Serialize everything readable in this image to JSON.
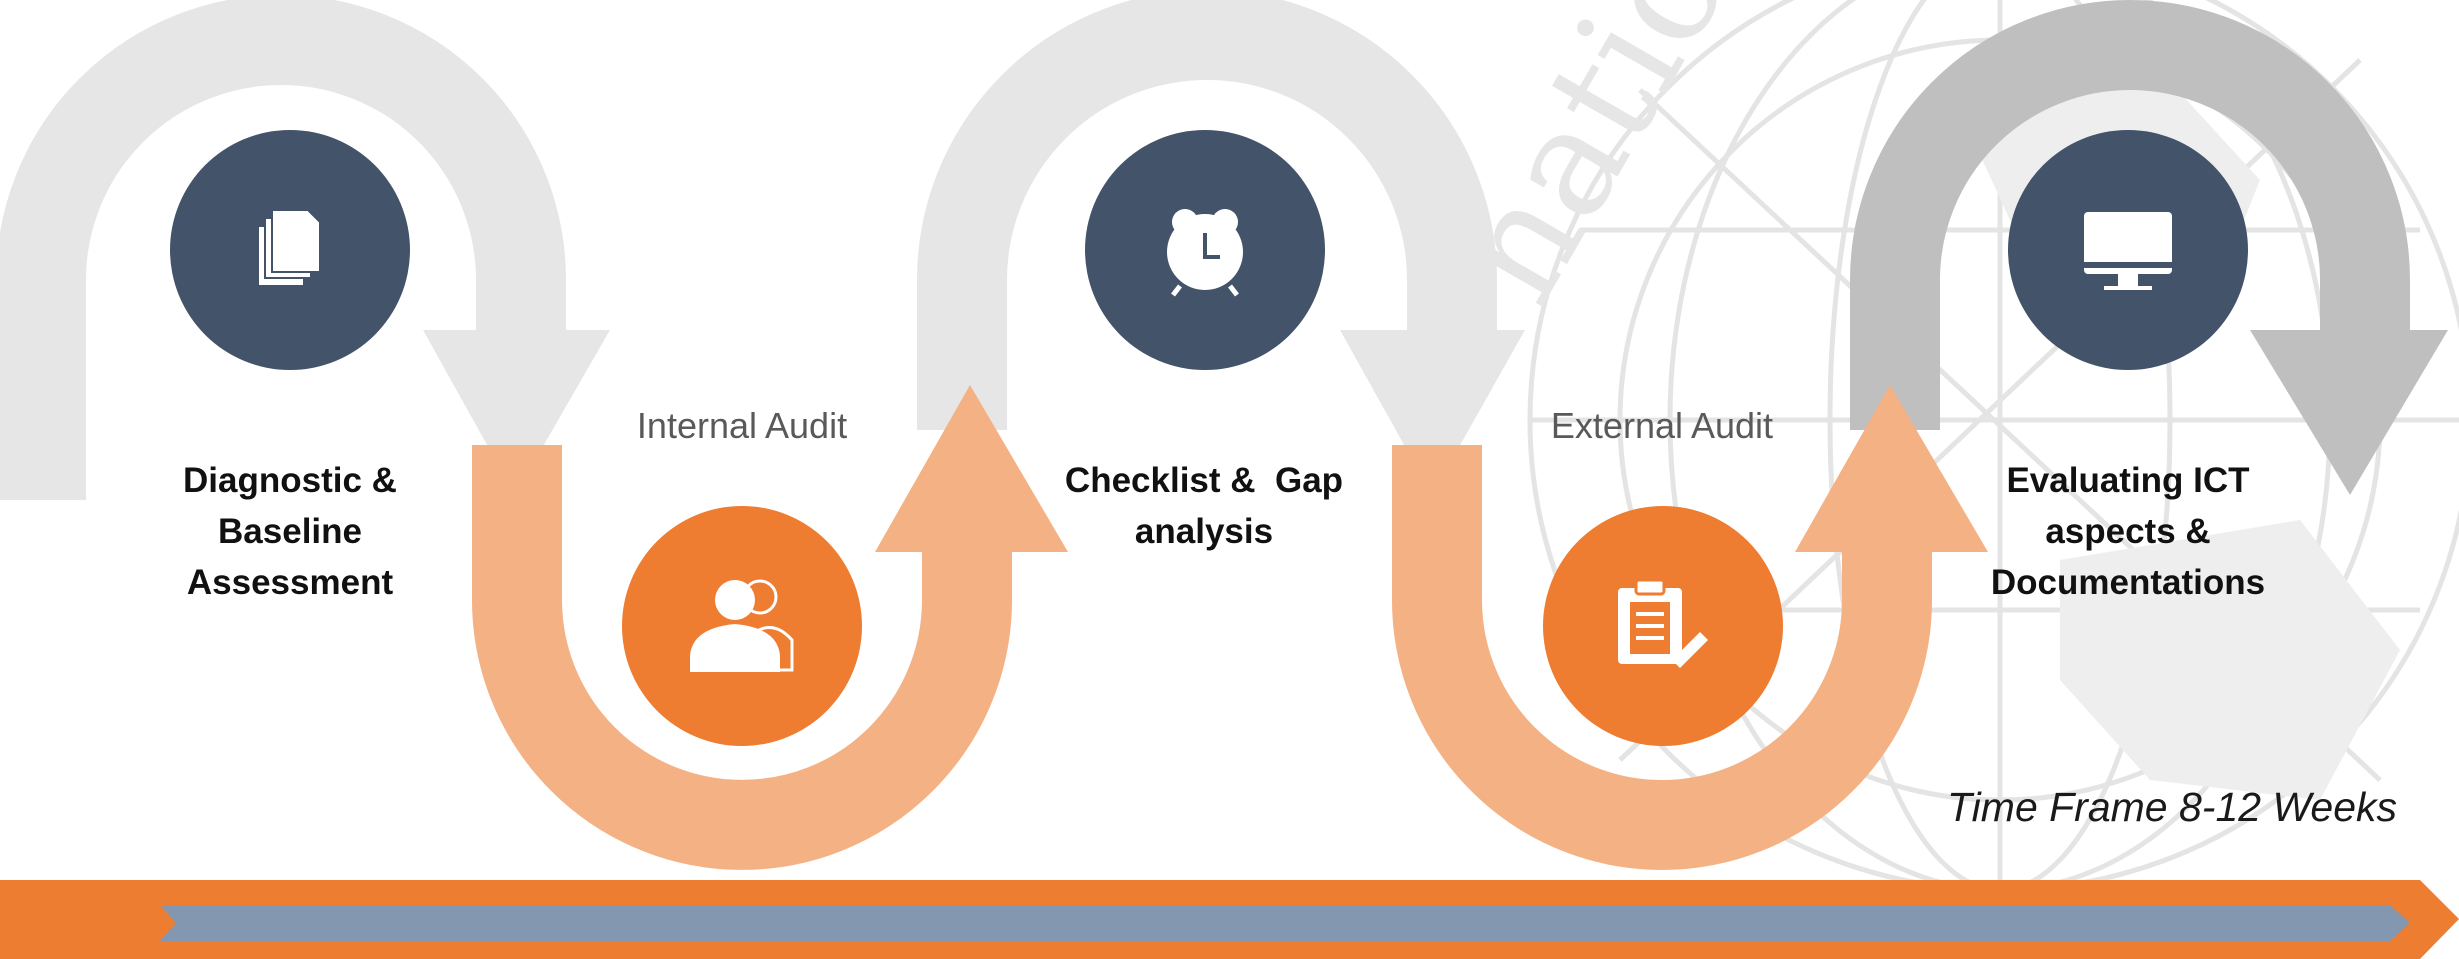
{
  "steps": [
    {
      "title_lines": [
        "Diagnostic &",
        "Baseline",
        "Assessment"
      ],
      "icon": "documents-icon"
    },
    {
      "title_lines": [
        "Checklist &  Gap",
        "analysis"
      ],
      "icon": "alarm-clock-icon"
    },
    {
      "title_lines": [
        "Evaluating ICT",
        "aspects &",
        "Documentations"
      ],
      "icon": "monitor-icon"
    }
  ],
  "audits": [
    {
      "label": "Internal Audit",
      "icon": "users-icon"
    },
    {
      "label": "External Audit",
      "icon": "clipboard-edit-icon"
    }
  ],
  "timeframe": "Time Frame 8-12 Weeks",
  "colors": {
    "dark_circle": "#43536a",
    "orange_circle": "#ee7d31",
    "light_arrow": "#e6e6e6",
    "dark_arrow": "#bfbfbf",
    "peach_arrow": "#f4b183",
    "bar_orange": "#ed7d31",
    "bar_blue": "#8497b0"
  }
}
